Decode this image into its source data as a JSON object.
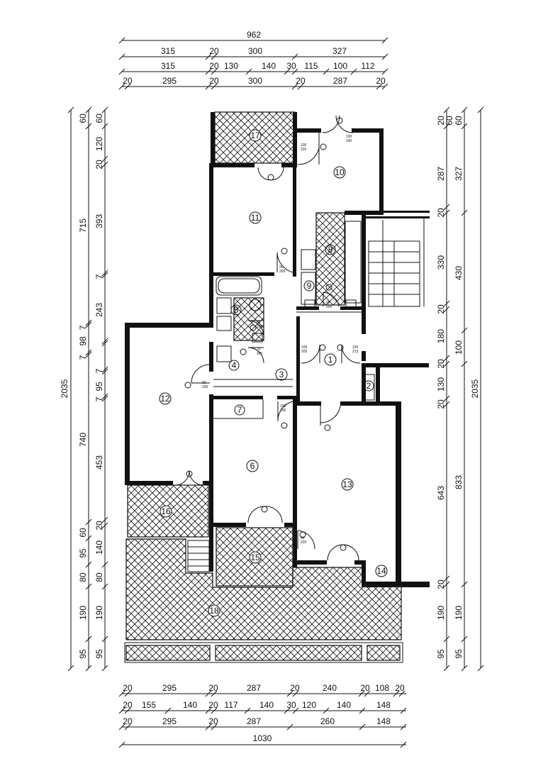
{
  "dimensions": {
    "top": {
      "row1": [
        "962"
      ],
      "row2": [
        "315",
        "20",
        "300",
        "327"
      ],
      "row3": [
        "315",
        "20",
        "130",
        "140",
        "30",
        "115",
        "100",
        "112"
      ],
      "row4": [
        "20",
        "295",
        "20",
        "300",
        "20",
        "287",
        "20"
      ]
    },
    "bottom": {
      "row1": [
        "20",
        "295",
        "20",
        "287",
        "20",
        "240",
        "20",
        "108",
        "20"
      ],
      "row2": [
        "20",
        "155",
        "140",
        "20",
        "117",
        "140",
        "30",
        "120",
        "140",
        "148"
      ],
      "row3": [
        "20",
        "295",
        "20",
        "287",
        "260",
        "148"
      ],
      "row4": [
        "1030"
      ]
    },
    "left": {
      "total": "2035",
      "col2": [
        "60",
        "715",
        "7",
        "98",
        "7",
        "740",
        "60",
        "95",
        "80",
        "190",
        "95"
      ],
      "col3": [
        "60",
        "120",
        "20",
        "393",
        "7",
        "243",
        "7",
        "95",
        "7",
        "453",
        "20",
        "140",
        "80",
        "190",
        "95"
      ]
    },
    "right": {
      "col1": [
        "20",
        "287",
        "20",
        "330",
        "20",
        "180",
        "20",
        "130",
        "20",
        "643",
        "20",
        "190",
        "95"
      ],
      "col2": [
        "60",
        "60",
        "327",
        "430",
        "100",
        "833",
        "190",
        "95"
      ],
      "total": "2035"
    }
  },
  "rooms": [
    "1",
    "2",
    "3",
    "4",
    "5",
    "6",
    "7",
    "8",
    "9",
    "10",
    "11",
    "12",
    "13",
    "14",
    "15",
    "16",
    "17",
    "18"
  ],
  "doors": {
    "d1": [
      "100",
      "205"
    ],
    "d2": [
      "100",
      "213"
    ],
    "d3": [
      "90",
      "205"
    ],
    "d4": [
      "90",
      "205"
    ],
    "d5": [
      "80",
      "205"
    ],
    "d6": [
      "70",
      "205"
    ],
    "d7": [
      "100",
      "205"
    ],
    "d8": [
      "100",
      "220"
    ],
    "d9": [
      "90",
      "220"
    ],
    "d10": [
      "100",
      "140"
    ],
    "d11": [
      "60",
      "205"
    ]
  }
}
